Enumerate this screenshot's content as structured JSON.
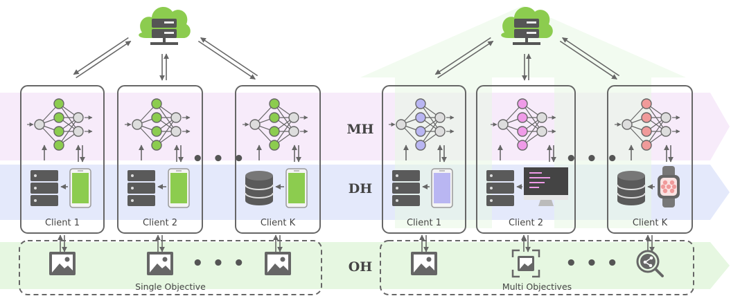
{
  "bands": {
    "mh": "MH",
    "dh": "DH",
    "oh": "OH"
  },
  "colors": {
    "mh_band": "#f7ebfa",
    "dh_band": "#e4e9fb",
    "oh_band": "#e6f7e1",
    "green_node": "#8ccc4f",
    "purple_node": "#b9b6f2",
    "pink_node": "#ef9be8",
    "red_node": "#f09a9a",
    "server_cloud": "#8ccc4f",
    "gray": "#666666"
  },
  "left": {
    "clients": [
      {
        "label": "Client 1",
        "node_color": "green",
        "data_icon": "server-rack-icon",
        "device_icon": "phone-icon"
      },
      {
        "label": "Client 2",
        "node_color": "green",
        "data_icon": "server-rack-icon",
        "device_icon": "phone-icon"
      },
      {
        "label": "Client K",
        "node_color": "green",
        "data_icon": "database-icon",
        "device_icon": "phone-icon"
      }
    ],
    "objective_icons": [
      "image-icon",
      "image-icon",
      "image-icon"
    ],
    "group_label": "Single Objective",
    "ellipsis": "• • •"
  },
  "right": {
    "clients": [
      {
        "label": "Client 1",
        "node_color": "purple",
        "data_icon": "server-rack-icon",
        "device_icon": "phone-icon"
      },
      {
        "label": "Client 2",
        "node_color": "pink",
        "data_icon": "server-rack-icon",
        "device_icon": "monitor-code-icon"
      },
      {
        "label": "Client K",
        "node_color": "red",
        "data_icon": "database-icon",
        "device_icon": "smartwatch-icon"
      }
    ],
    "objective_icons": [
      "image-icon",
      "image-detect-icon",
      "search-graph-icon"
    ],
    "group_label": "Multi Objectives",
    "ellipsis": "• • •"
  }
}
